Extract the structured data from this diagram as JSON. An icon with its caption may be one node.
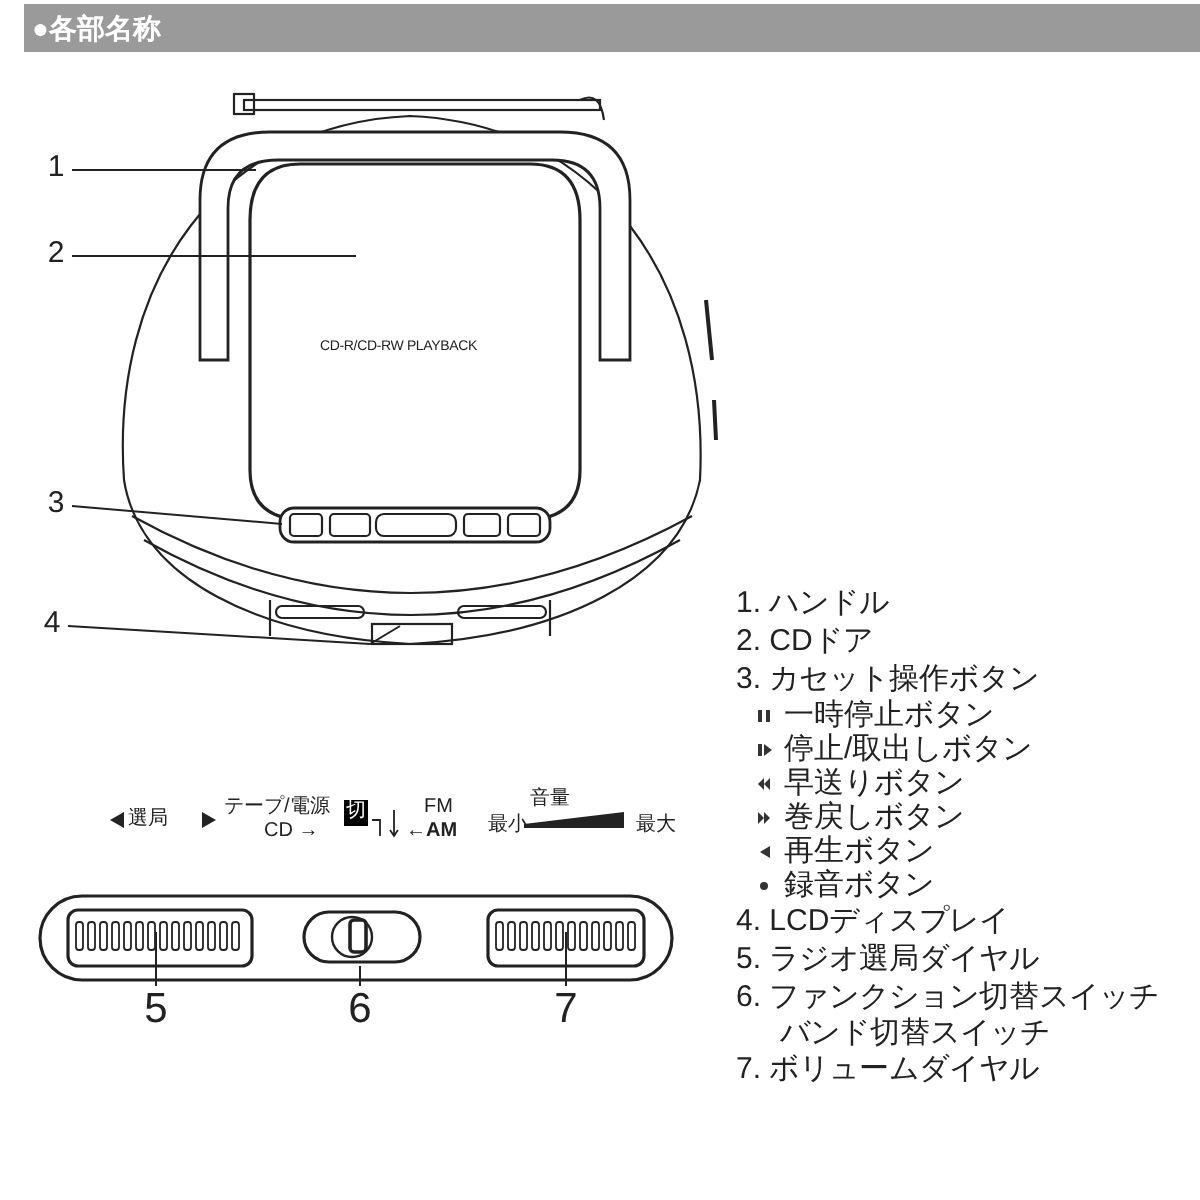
{
  "diagram": {
    "title": "●各部名称",
    "nodes": [
      {
        "text": [
          "1"
        ]
      },
      {
        "text": [
          "2"
        ]
      },
      {
        "text": [
          "3"
        ]
      },
      {
        "text": [
          "4"
        ]
      },
      {
        "text": [
          "5"
        ]
      },
      {
        "text": [
          "6"
        ]
      },
      {
        "text": [
          "7"
        ]
      }
    ],
    "edges": [
      {
        "from": 0,
        "to": null,
        "arrow": "none"
      },
      {
        "from": 1,
        "to": null,
        "arrow": "none"
      },
      {
        "from": 2,
        "to": null,
        "arrow": "none"
      },
      {
        "from": 3,
        "to": null,
        "arrow": "none"
      },
      {
        "from": 4,
        "to": null,
        "arrow": "none"
      },
      {
        "from": 5,
        "to": null,
        "arrow": "none"
      },
      {
        "from": 6,
        "to": null,
        "arrow": "none"
      }
    ],
    "labels": [
      "CD-R/CD-RW PLAYBACK",
      "選局",
      "テープ/電源",
      "切",
      "CD →",
      "FM",
      "←AM",
      "音量",
      "最小",
      "最大",
      "1. ハンドル",
      "2. CDドア",
      "3. カセット操作ボタン",
      "一時停止ボタン",
      "停止/取出しボタン",
      "早送りボタン",
      "巻戻しボタン",
      "再生ボタン",
      "録音ボタン",
      "4. LCDディスプレイ",
      "5. ラジオ選局ダイヤル",
      "6. ファンクション切替スイッチ",
      "バンド切替スイッチ",
      "7. ボリュームダイヤル"
    ]
  }
}
